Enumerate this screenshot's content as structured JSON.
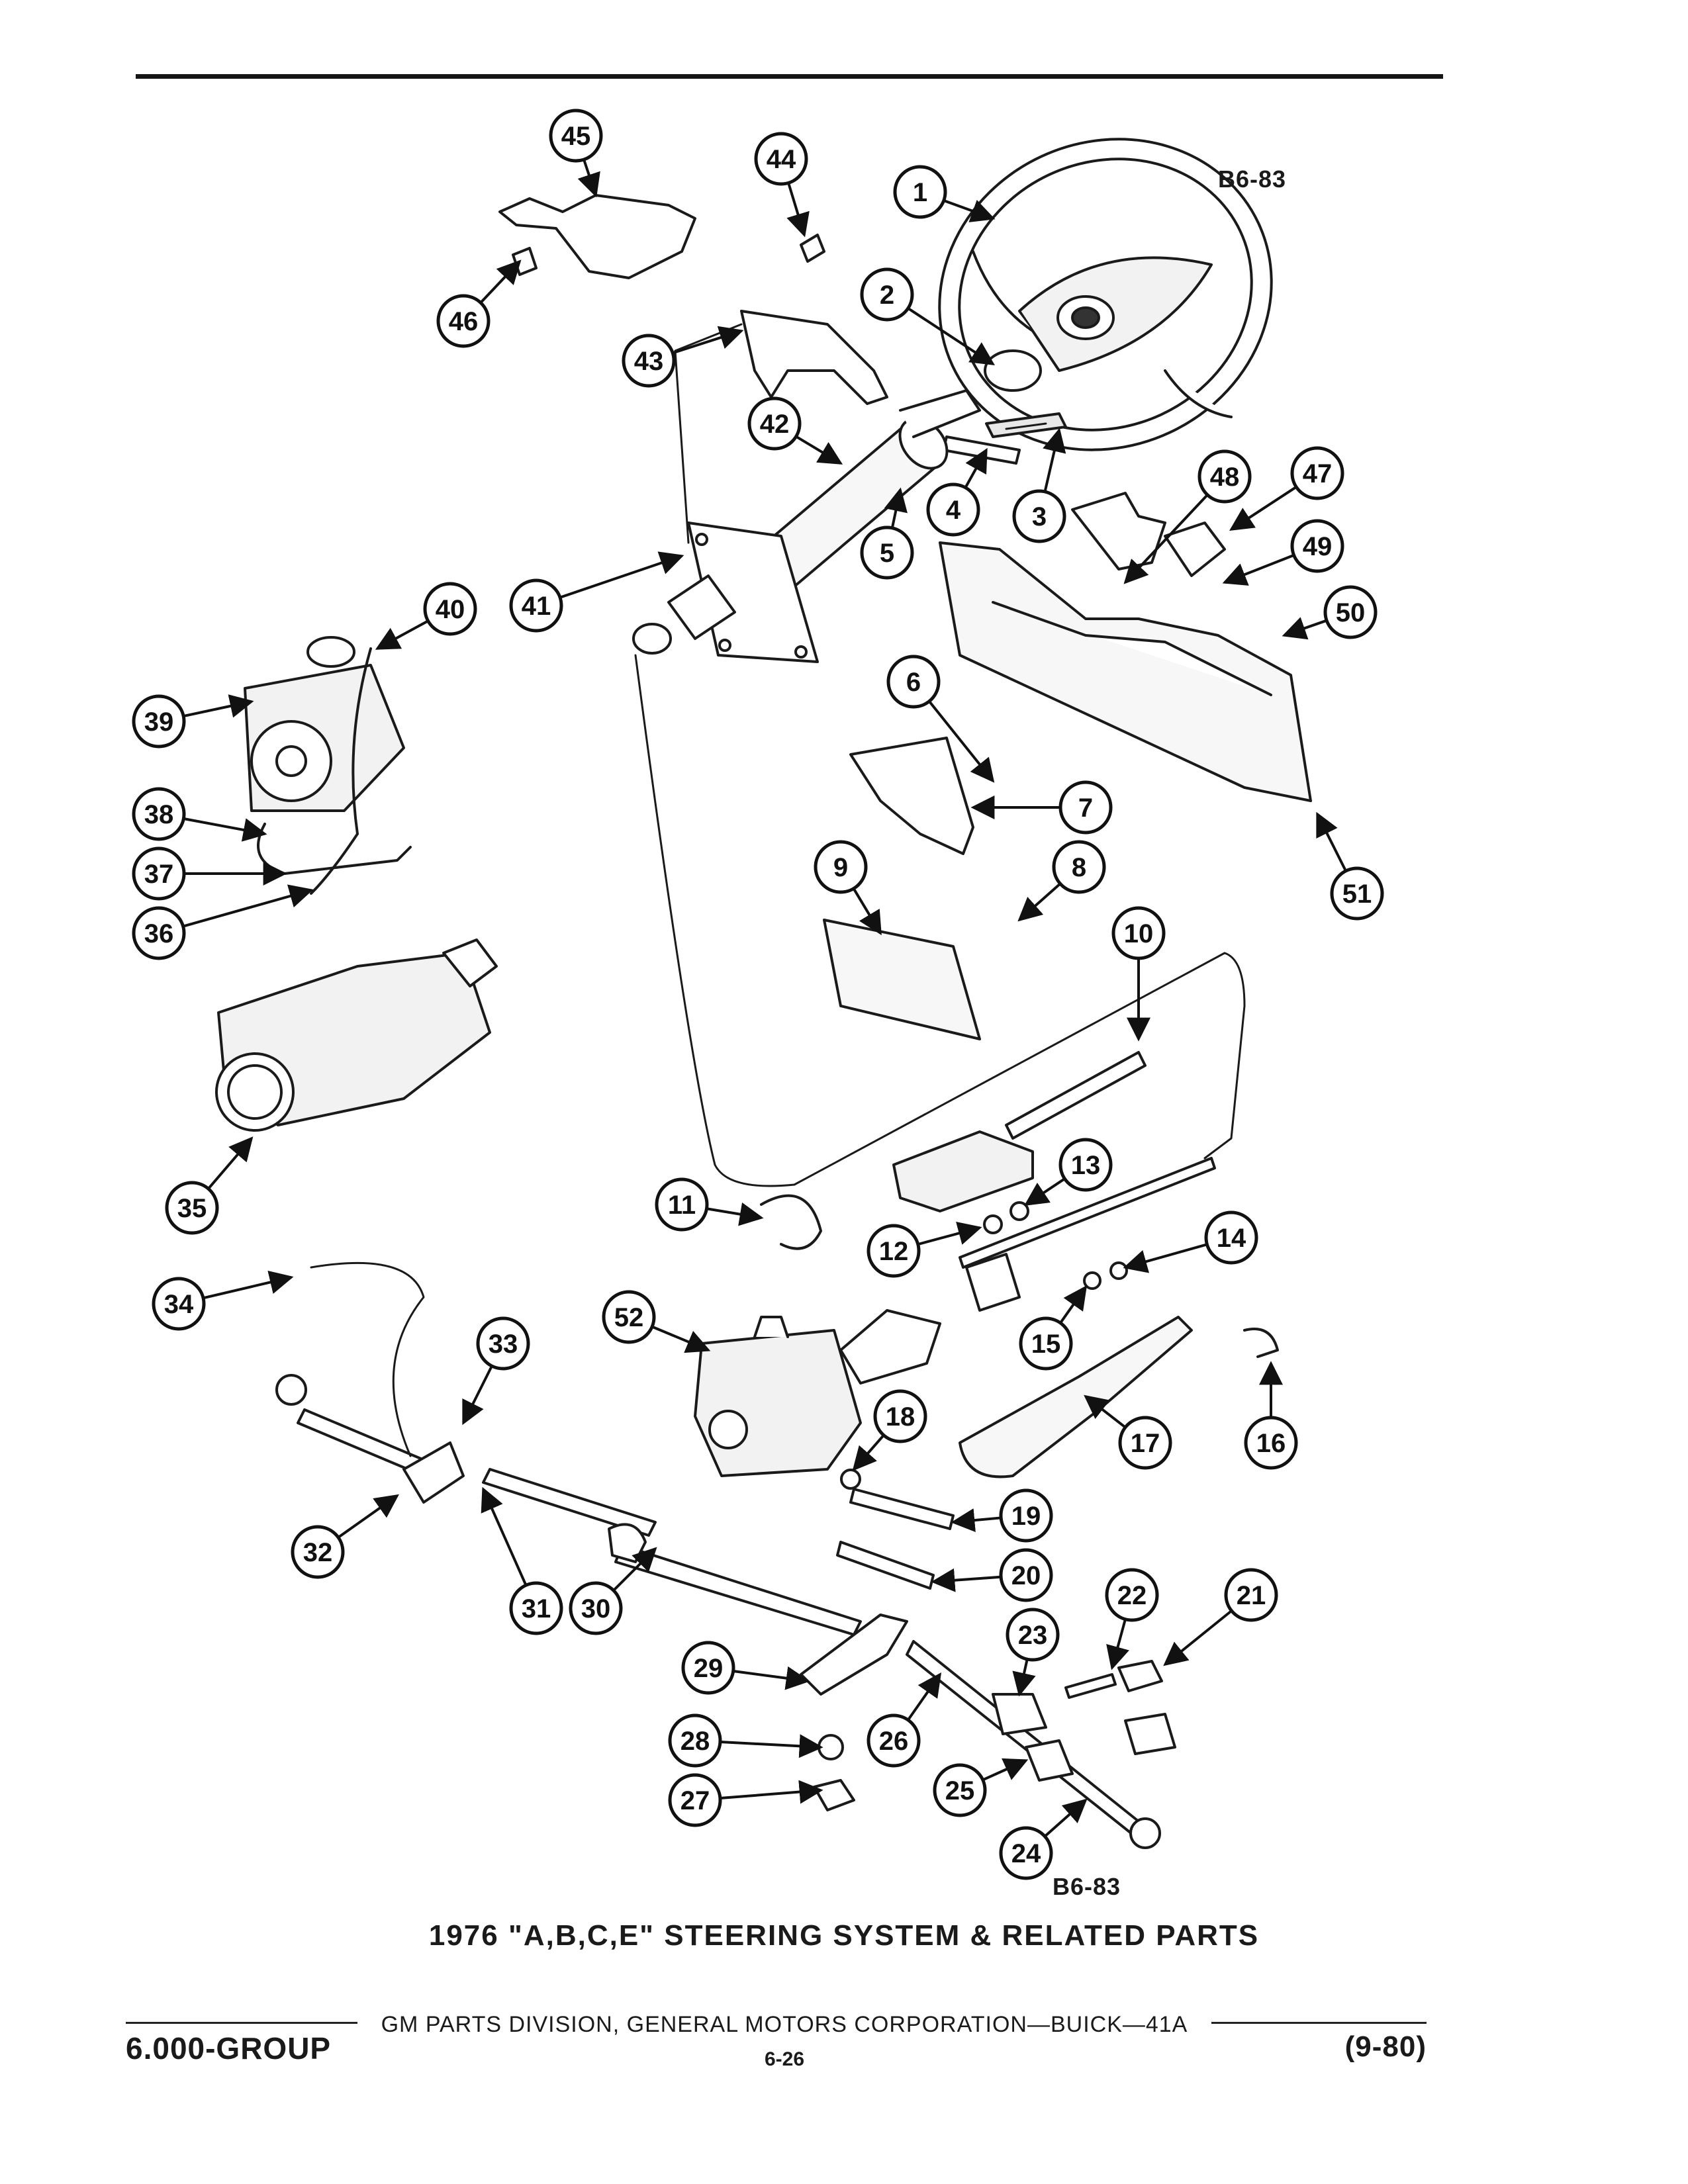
{
  "diagram": {
    "ref_code_top": "B6-83",
    "ref_code_bottom": "B6-83",
    "caption": "1976 \"A,B,C,E\" STEERING SYSTEM & RELATED PARTS",
    "callouts": [
      "1",
      "2",
      "3",
      "4",
      "5",
      "6",
      "7",
      "8",
      "9",
      "10",
      "11",
      "12",
      "13",
      "14",
      "15",
      "16",
      "17",
      "18",
      "19",
      "20",
      "21",
      "22",
      "23",
      "24",
      "25",
      "26",
      "27",
      "28",
      "29",
      "30",
      "31",
      "32",
      "33",
      "34",
      "35",
      "36",
      "37",
      "38",
      "39",
      "40",
      "41",
      "42",
      "43",
      "44",
      "45",
      "46",
      "47",
      "48",
      "49",
      "50",
      "51",
      "52"
    ]
  },
  "footer": {
    "publisher": "GM PARTS DIVISION, GENERAL MOTORS CORPORATION—BUICK—41A",
    "page": "6-26",
    "group": "6.000-GROUP",
    "date": "(9-80)"
  }
}
